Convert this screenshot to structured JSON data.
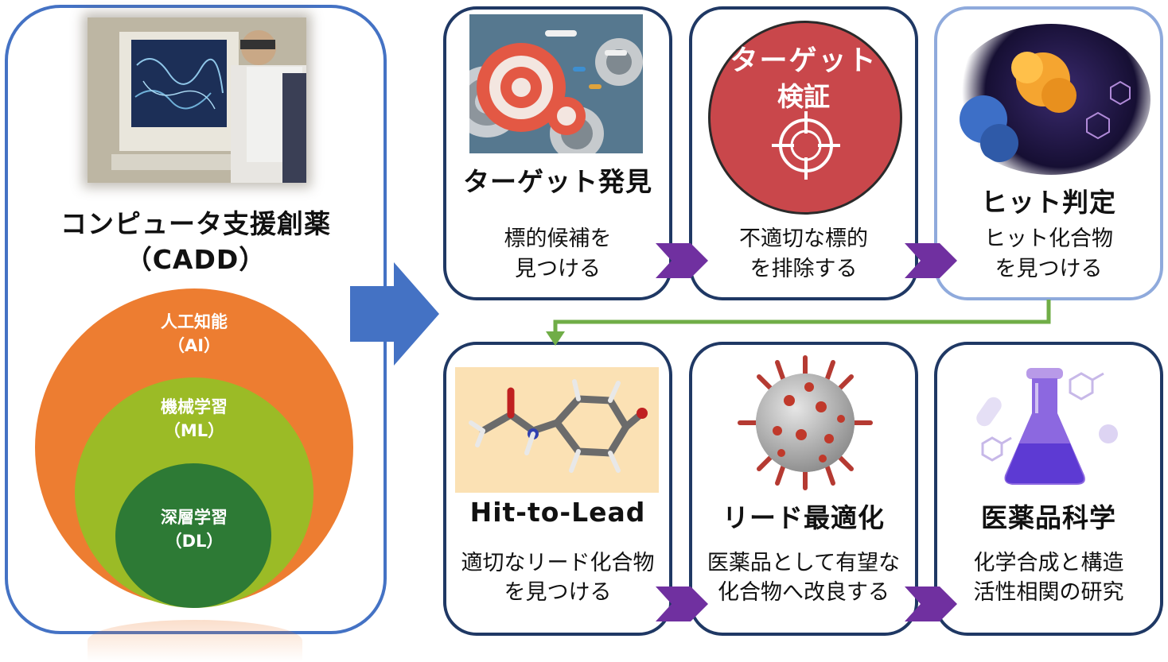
{
  "cadd": {
    "title_line1": "コンピュータ支援創薬",
    "title_line2": "（CADD）",
    "ai_label": "人工知能",
    "ai_abbr": "（AI）",
    "ml_label": "機械学習",
    "ml_abbr": "（ML）",
    "dl_label": "深層学習",
    "dl_abbr": "（DL）"
  },
  "steps": [
    {
      "title": "ターゲット発見",
      "desc1": "標的候補を",
      "desc2": "見つける"
    },
    {
      "badge1": "ターゲット",
      "badge2": "検証",
      "desc1": "不適切な標的",
      "desc2": "を排除する"
    },
    {
      "title": "ヒット判定",
      "desc1": "ヒット化合物",
      "desc2": "を見つける"
    },
    {
      "title": "Hit-to-Lead",
      "desc1": "適切なリード化合物",
      "desc2": "を見つける"
    },
    {
      "title": "リード最適化",
      "desc1": "医薬品として有望な",
      "desc2": "化合物へ改良する"
    },
    {
      "title": "医薬品科学",
      "desc1": "化学合成と構造",
      "desc2": "活性相関の研究"
    }
  ],
  "colors": {
    "panel_border": "#4472c4",
    "card_border": "#1f3864",
    "card_border_light": "#8faadc",
    "ai_circle": "#ed7d31",
    "ml_circle": "#9bbb26",
    "dl_circle": "#2d7a35",
    "chevron": "#7030a0",
    "connector": "#70ad47",
    "badge_red": "#c9474b"
  },
  "icons": {
    "big_arrow": "right-arrow-icon",
    "chevron": "chevron-right-icon",
    "target": "crosshair-icon"
  }
}
